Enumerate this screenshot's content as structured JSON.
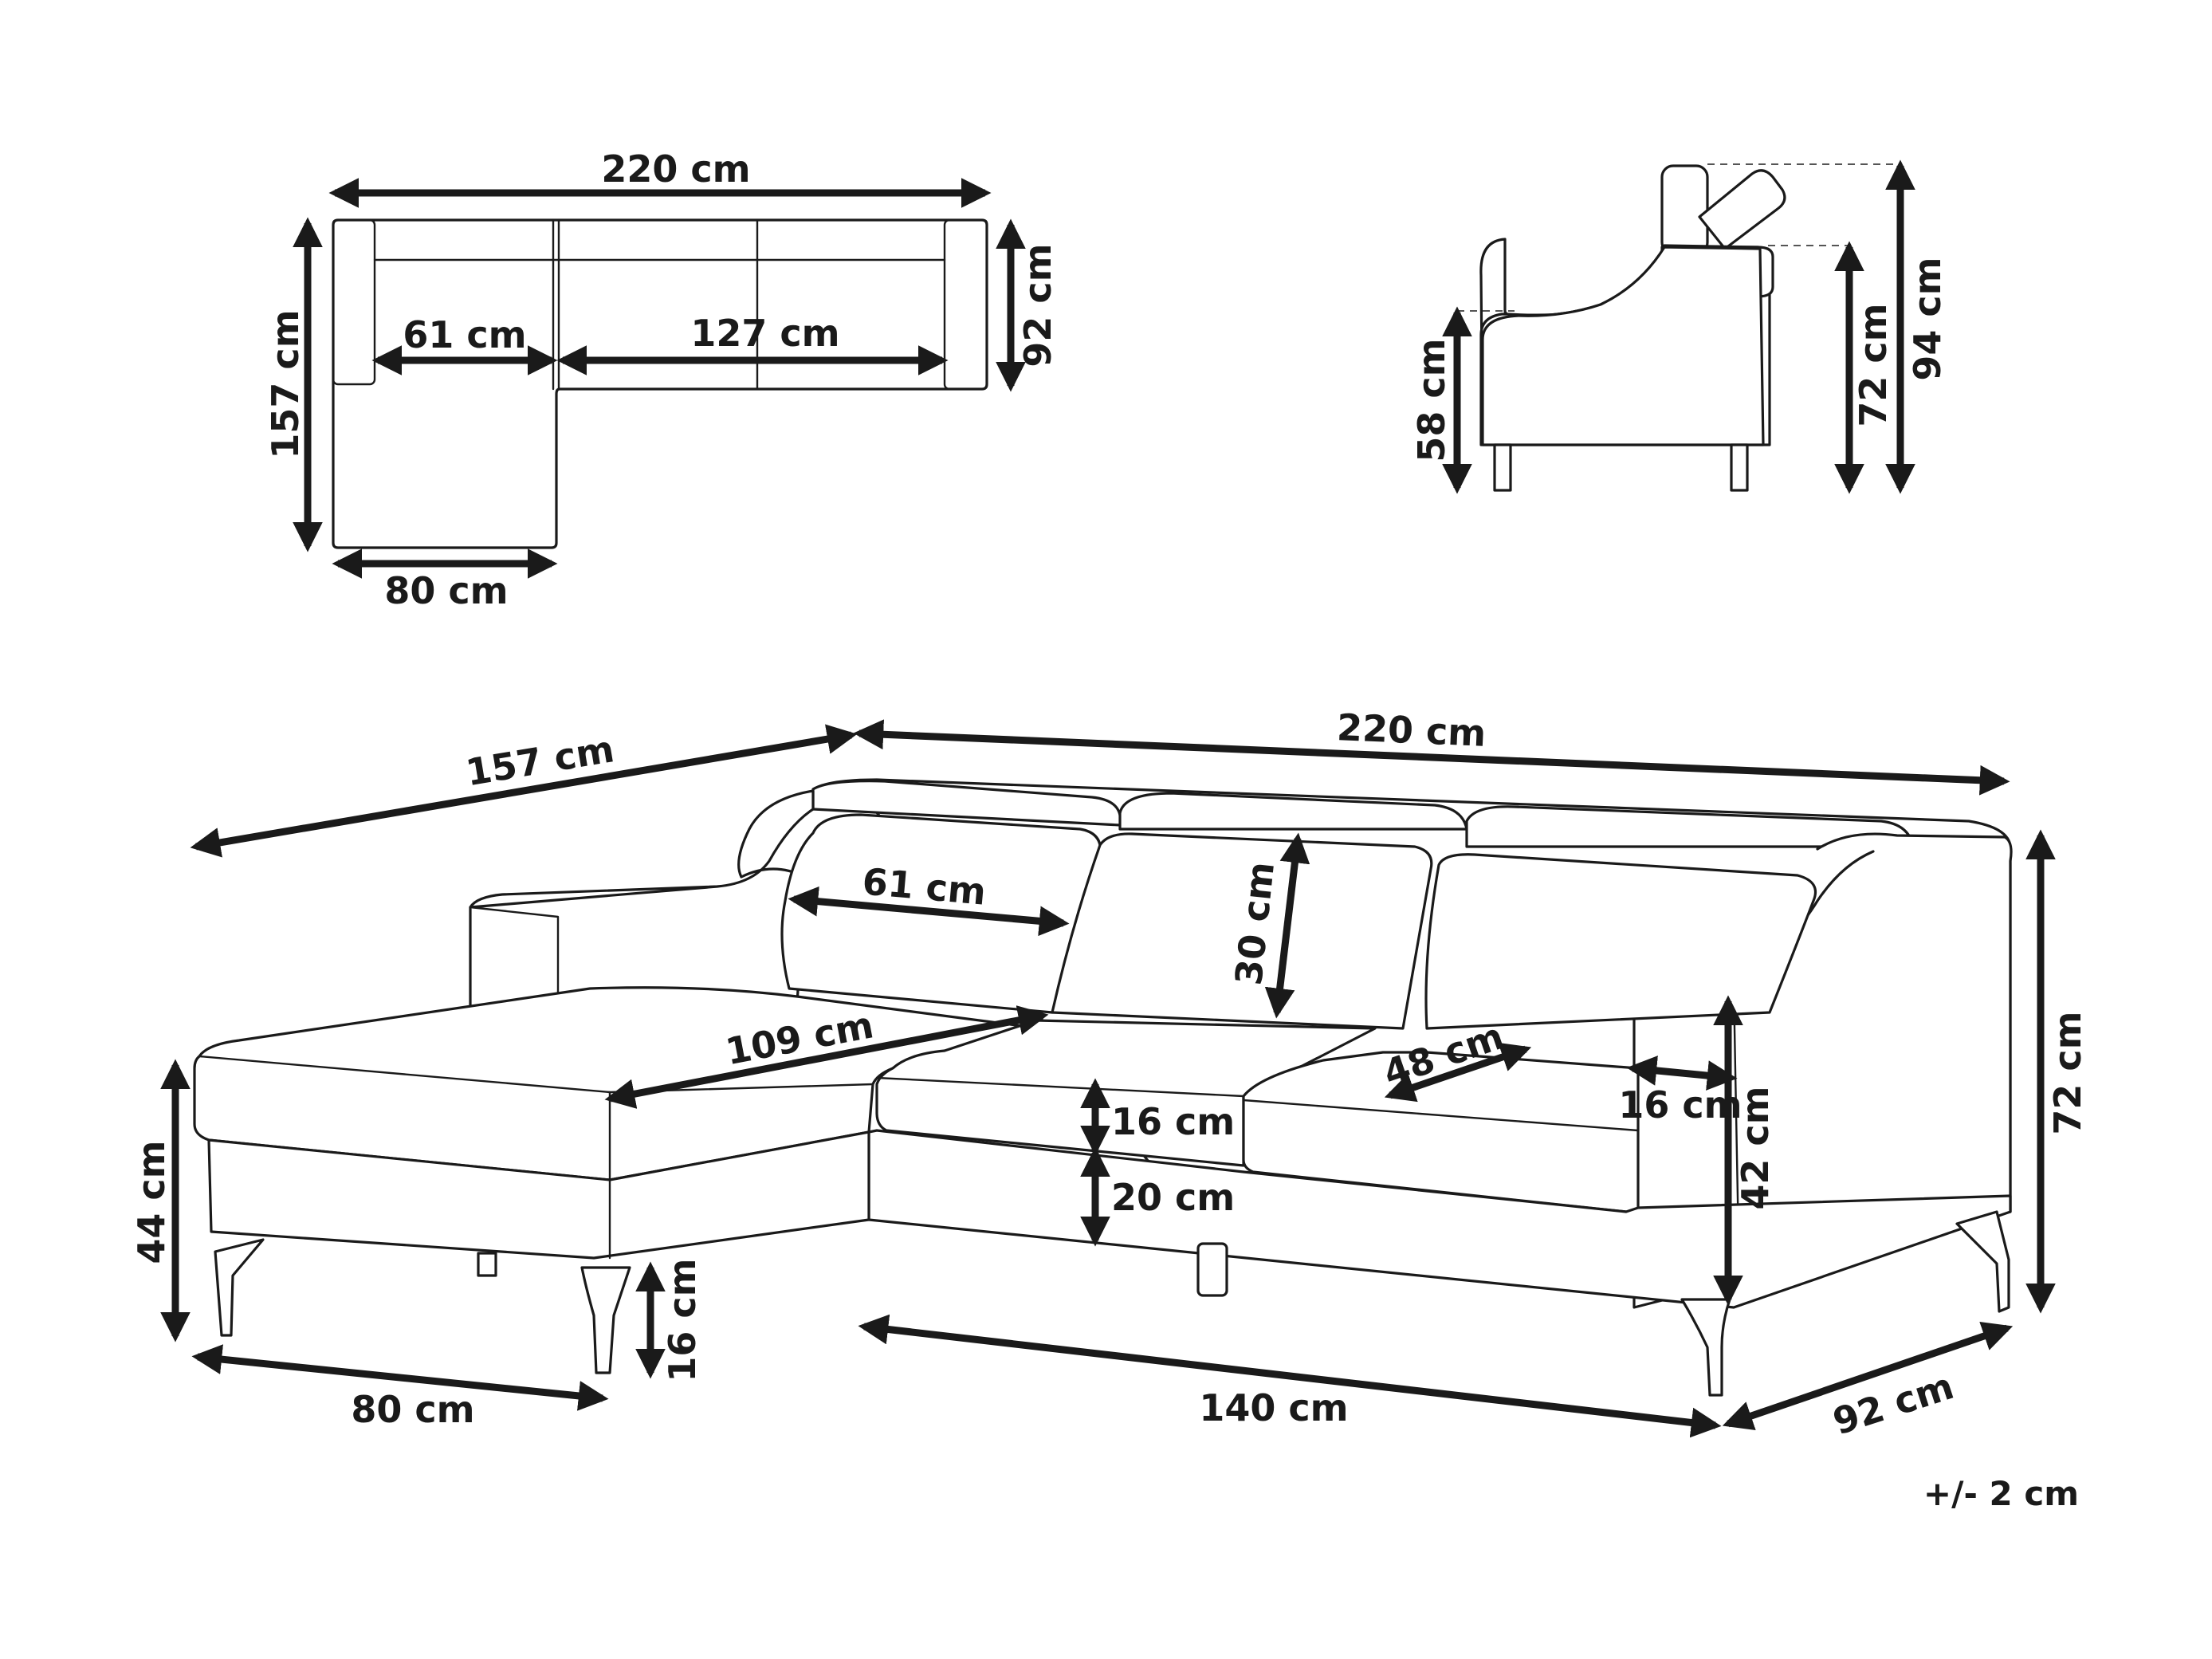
{
  "top_view": {
    "overall_width": "220 cm",
    "chaise_depth": "157 cm",
    "sofa_depth": "92 cm",
    "chaise_seat_width": "61 cm",
    "main_seat_width": "127 cm",
    "chaise_width": "80 cm"
  },
  "side_view": {
    "seat_height": "58 cm",
    "back_height": "72 cm",
    "headrest_height": "94 cm"
  },
  "perspective_view": {
    "chaise_length": "157 cm",
    "overall_width": "220 cm",
    "cushion_width": "61 cm",
    "back_cushion_height": "30 cm",
    "chaise_seat_length": "109 cm",
    "seat_depth": "48 cm",
    "arm_width": "16 cm",
    "cushion_thickness": "16 cm",
    "base_height": "20 cm",
    "arm_height": "42 cm",
    "total_height": "72 cm",
    "chaise_height": "44 cm",
    "leg_height": "16 cm",
    "chaise_width": "80 cm",
    "sofa_base_length": "140 cm",
    "depth": "92 cm"
  },
  "tolerance_note": "+/- 2 cm",
  "colors": {
    "ink": "#1a1a1a",
    "background": "#ffffff"
  }
}
